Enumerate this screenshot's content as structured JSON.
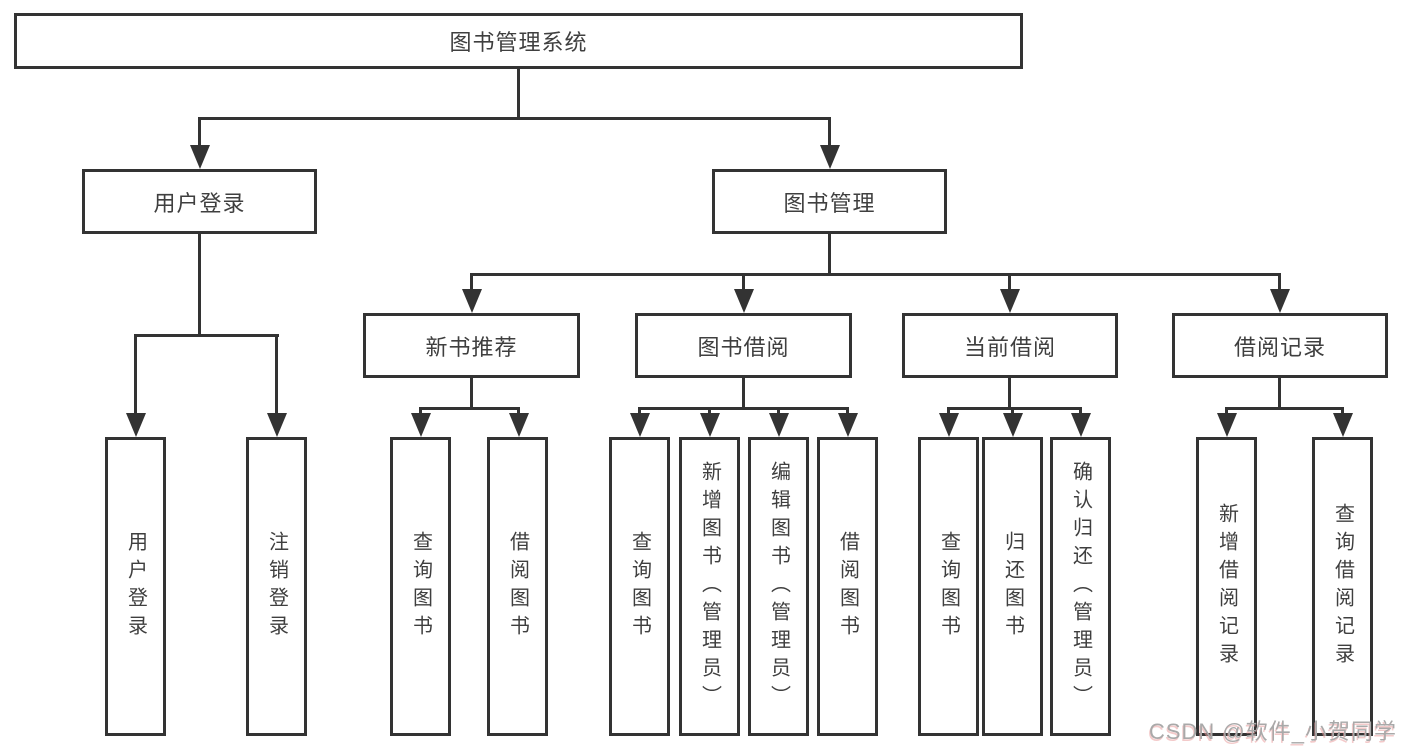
{
  "diagram": {
    "root_label": "图书管理系统",
    "branches": [
      {
        "label": "用户登录",
        "children": [
          "用户登录",
          "注销登录"
        ]
      },
      {
        "label": "图书管理",
        "sections": [
          {
            "label": "新书推荐",
            "children": [
              "查询图书",
              "借阅图书"
            ]
          },
          {
            "label": "图书借阅",
            "children": [
              "查询图书",
              "新增图书（管理员）",
              "编辑图书（管理员）",
              "借阅图书"
            ]
          },
          {
            "label": "当前借阅",
            "children": [
              "查询图书",
              "归还图书",
              "确认归还（管理员）"
            ]
          },
          {
            "label": "借阅记录",
            "children": [
              "新增借阅记录",
              "查询借阅记录"
            ]
          }
        ]
      }
    ]
  },
  "colors": {
    "line": "#333333",
    "text": "#3f3f3f",
    "background": "#ffffff",
    "watermark": "#a9a9a9"
  },
  "watermark": {
    "text": "CSDN @软件_小贺同学"
  }
}
